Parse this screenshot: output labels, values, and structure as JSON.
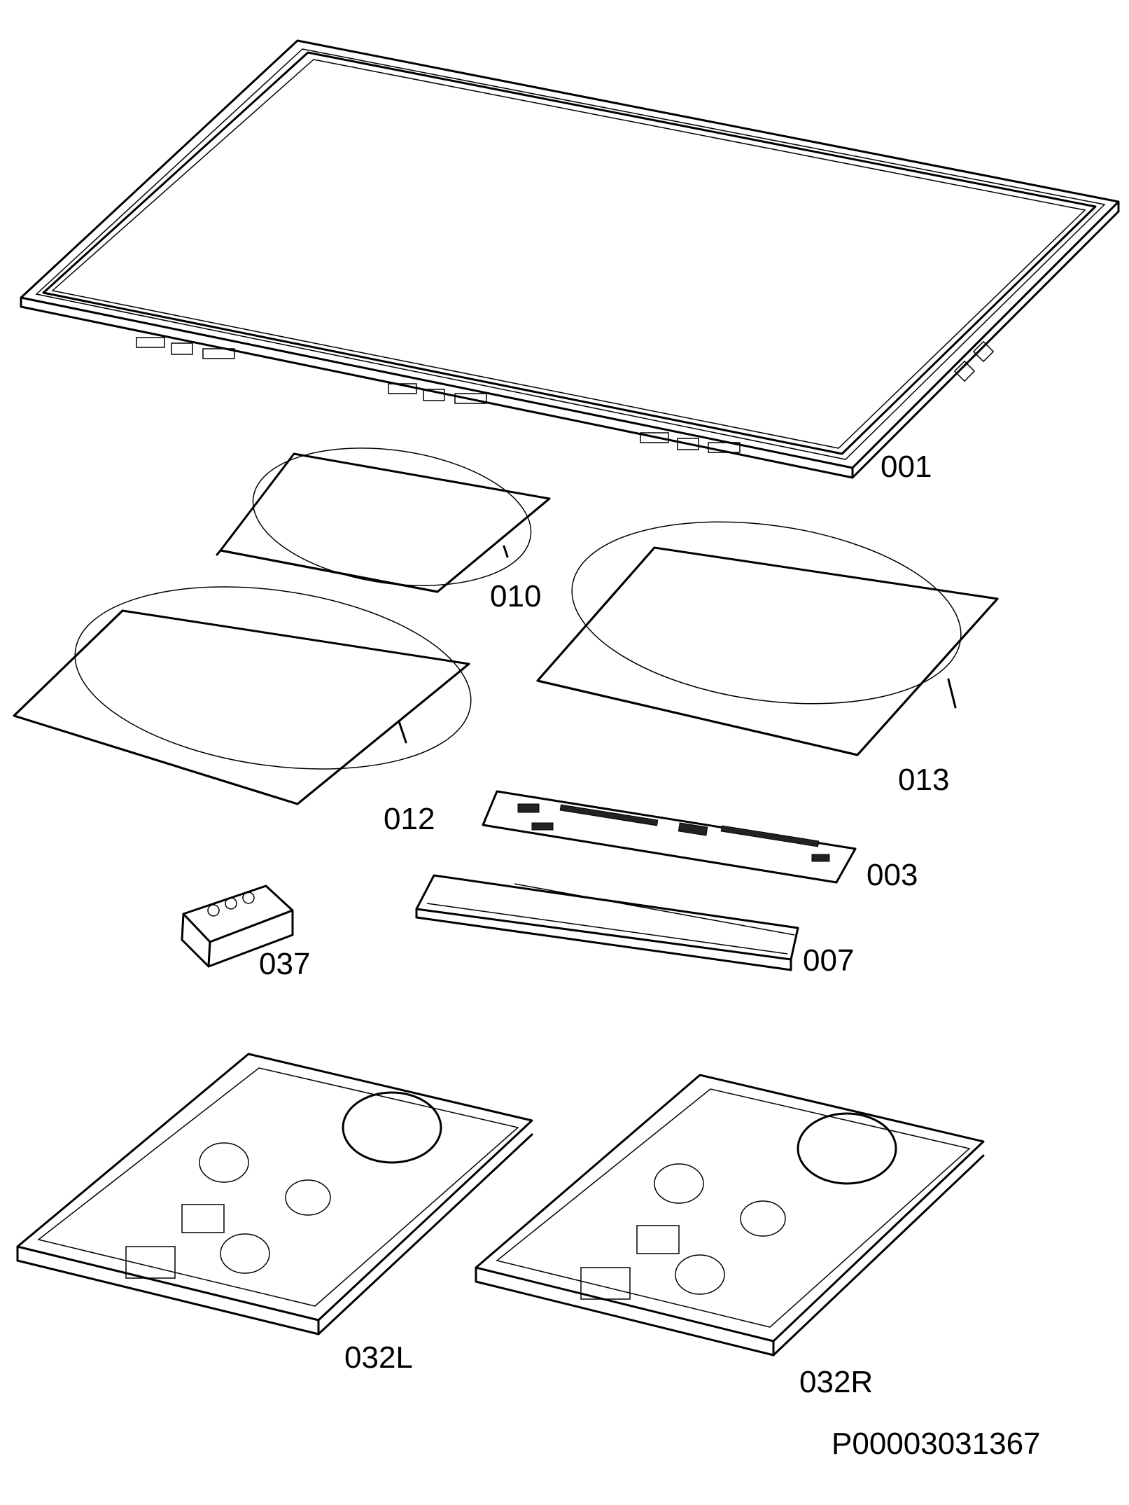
{
  "parts": [
    {
      "id": "glass-top",
      "label": "001"
    },
    {
      "id": "coil-small",
      "label": "010"
    },
    {
      "id": "coil-large-left",
      "label": "012"
    },
    {
      "id": "coil-large-right",
      "label": "013"
    },
    {
      "id": "control-board",
      "label": "003"
    },
    {
      "id": "board-housing",
      "label": "007"
    },
    {
      "id": "terminal-block",
      "label": "037"
    },
    {
      "id": "power-board-left",
      "label": "032L"
    },
    {
      "id": "power-board-right",
      "label": "032R"
    }
  ],
  "document_id": "P00003031367"
}
